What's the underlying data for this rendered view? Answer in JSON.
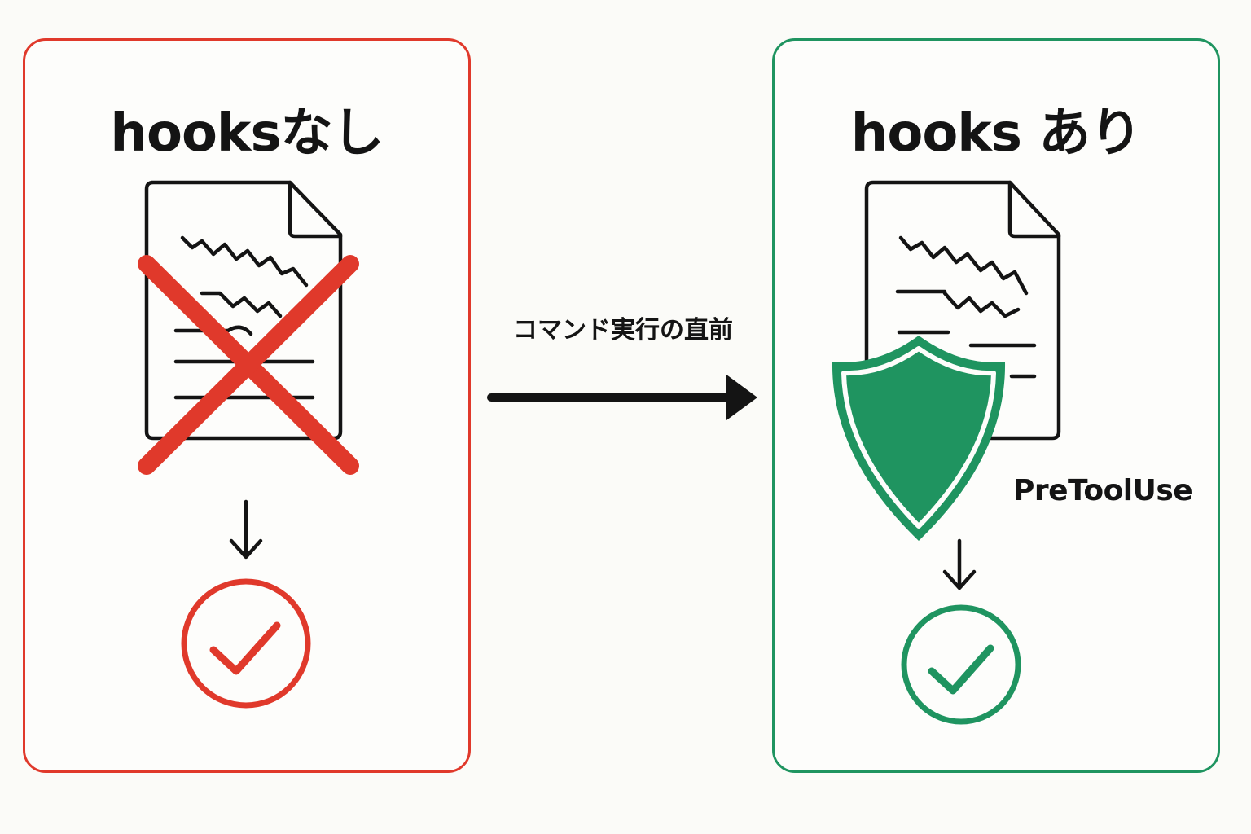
{
  "colors": {
    "danger": "#e0392b",
    "safe": "#1f9460",
    "ink": "#141414",
    "background": "#fbfbf8"
  },
  "left_panel": {
    "title": "hooksなし",
    "document_icon": "document-icon",
    "cross_icon": "red-x-icon",
    "arrow_icon": "down-arrow-icon",
    "result_icon": "check-circle-icon"
  },
  "transition": {
    "label": "コマンド実行の直前",
    "arrow_icon": "right-arrow-icon"
  },
  "right_panel": {
    "title": "hooks あり",
    "document_icon": "document-icon",
    "shield_icon": "shield-icon",
    "hook_name": "PreToolUse",
    "arrow_icon": "down-arrow-icon",
    "result_icon": "check-circle-icon"
  }
}
